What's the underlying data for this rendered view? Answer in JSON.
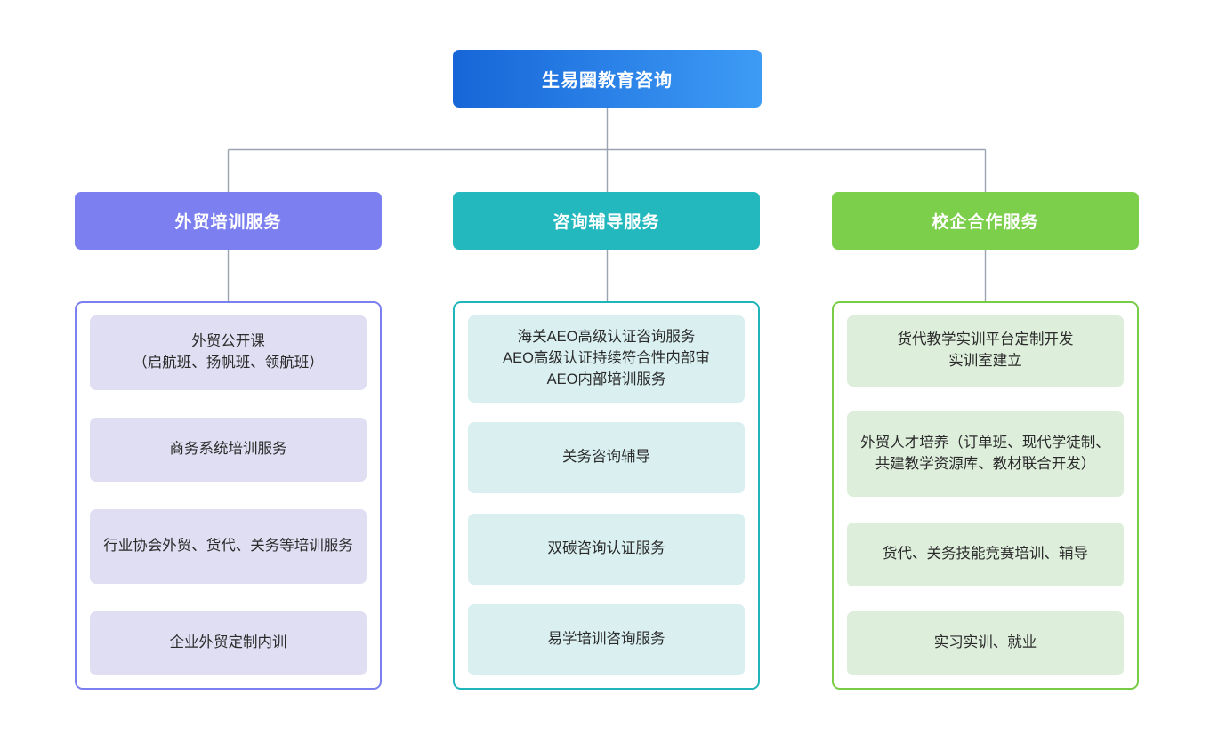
{
  "diagram": {
    "type": "org-chart",
    "background": "#ffffff",
    "connector_color": "#9aa4b0"
  },
  "root": {
    "label": "生易圈教育咨询",
    "gradient_from": "#1766d8",
    "gradient_to": "#3d9bf5"
  },
  "branches": [
    {
      "label": "外贸培训服务",
      "header_color": "#7b7ff0",
      "border_color": "#7b7ff0",
      "card_color": "#e0def2",
      "items": [
        "外贸公开课\n（启航班、扬帆班、领航班）",
        "商务系统培训服务",
        "行业协会外贸、货代、关务等培训服务",
        "企业外贸定制内训"
      ]
    },
    {
      "label": "咨询辅导服务",
      "header_color": "#22b8bd",
      "border_color": "#1fb5ba",
      "card_color": "#d9eff0",
      "items": [
        "海关AEO高级认证咨询服务\nAEO高级认证持续符合性内部审\nAEO内部培训服务",
        "关务咨询辅导",
        "双碳咨询认证服务",
        "易学培训咨询服务"
      ]
    },
    {
      "label": "校企合作服务",
      "header_color": "#7bcf4a",
      "border_color": "#79cc47",
      "card_color": "#ddeedb",
      "items": [
        "货代教学实训平台定制开发\n实训室建立",
        "外贸人才培养（订单班、现代学徒制、共建教学资源库、教材联合开发）",
        "货代、关务技能竞赛培训、辅导",
        "实习实训、就业"
      ]
    }
  ]
}
